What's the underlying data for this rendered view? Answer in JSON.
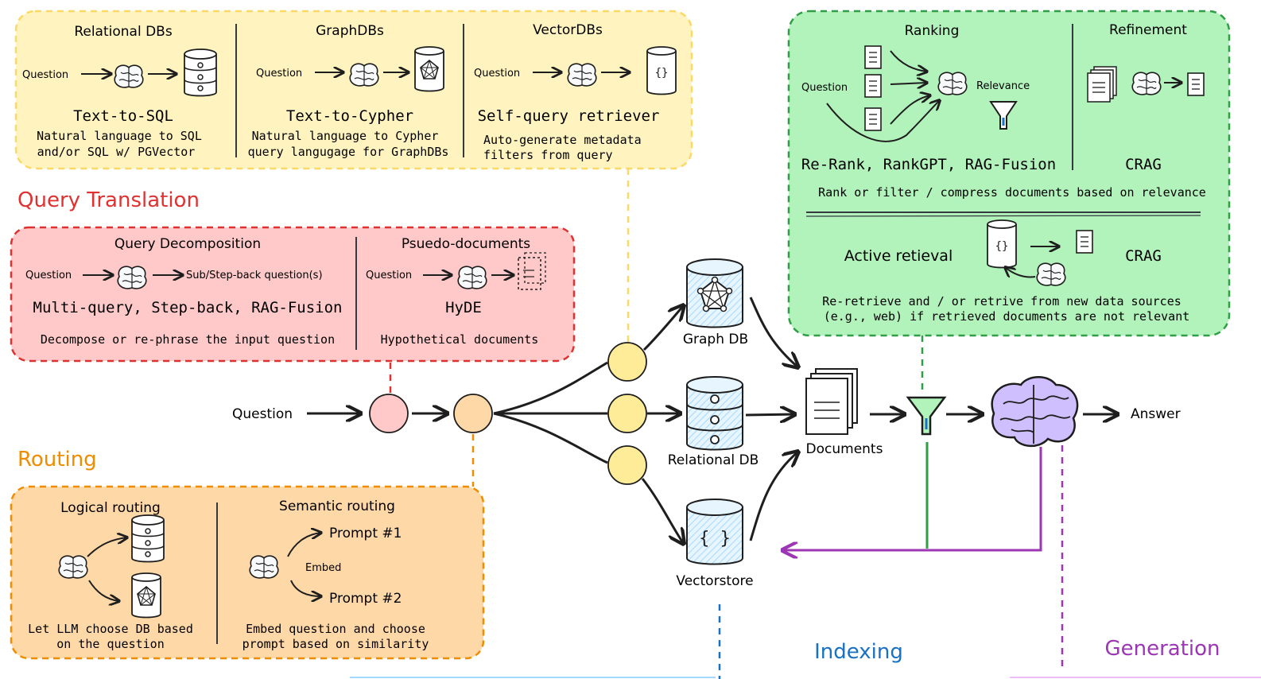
{
  "sections": {
    "query_construction": {
      "panels": [
        {
          "title": "Relational DBs",
          "input": "Question",
          "method": "Text-to-SQL",
          "desc_line1": "Natural language to SQL",
          "desc_line2": "and/or SQL w/ PGVector"
        },
        {
          "title": "GraphDBs",
          "input": "Question",
          "method": "Text-to-Cypher",
          "desc_line1": "Natural language to Cypher",
          "desc_line2": "query langugage for GraphDBs"
        },
        {
          "title": "VectorDBs",
          "input": "Question",
          "method": "Self-query retriever",
          "desc_line1": "Auto-generate metadata",
          "desc_line2": "filters from query"
        }
      ]
    },
    "query_translation": {
      "heading": "Query Translation",
      "decomposition": {
        "title": "Query Decomposition",
        "input": "Question",
        "output": "Sub/Step-back question(s)",
        "method": "Multi-query, Step-back, RAG-Fusion",
        "desc": "Decompose or re-phrase the input question"
      },
      "pseudo": {
        "title": "Psuedo-documents",
        "input": "Question",
        "method": "HyDE",
        "desc": "Hypothetical documents"
      }
    },
    "routing": {
      "heading": "Routing",
      "logical": {
        "title": "Logical routing",
        "desc_line1": "Let LLM choose DB based",
        "desc_line2": "on the question"
      },
      "semantic": {
        "title": "Semantic routing",
        "prompt1": "Prompt #1",
        "prompt2": "Prompt #2",
        "embed": "Embed",
        "desc_line1": "Embed question and choose",
        "desc_line2": "prompt based on similarity"
      }
    },
    "retrieval": {
      "ranking": {
        "title": "Ranking",
        "input": "Question",
        "relevance": "Relevance",
        "methods": "Re-Rank, RankGPT, RAG-Fusion"
      },
      "refinement": {
        "title": "Refinement",
        "method": "CRAG"
      },
      "rank_desc": "Rank or filter / compress documents based on relevance",
      "active": {
        "title": "Active retieval",
        "method": "CRAG",
        "desc_line1": "Re-retrieve and / or retrive from new data sources",
        "desc_line2": "(e.g., web) if retrieved documents are not relevant"
      }
    },
    "flow": {
      "question": "Question",
      "graph_db": "Graph DB",
      "relational_db": "Relational DB",
      "vectorstore": "Vectorstore",
      "documents": "Documents",
      "answer": "Answer"
    },
    "indexing_label": "Indexing",
    "generation_label": "Generation"
  },
  "colors": {
    "yellow_fill": "#fff3bf",
    "yellow_stroke": "#fad967",
    "red_fill": "#ffc9c9",
    "red_stroke": "#e03131",
    "orange_fill": "#ffd8a8",
    "orange_stroke": "#f08c00",
    "green_fill": "#b2f2bb",
    "green_stroke": "#2f9e44",
    "blue_label": "#1971c2",
    "purple_label": "#9c36b5",
    "brain_purple": "#d0bfff"
  }
}
